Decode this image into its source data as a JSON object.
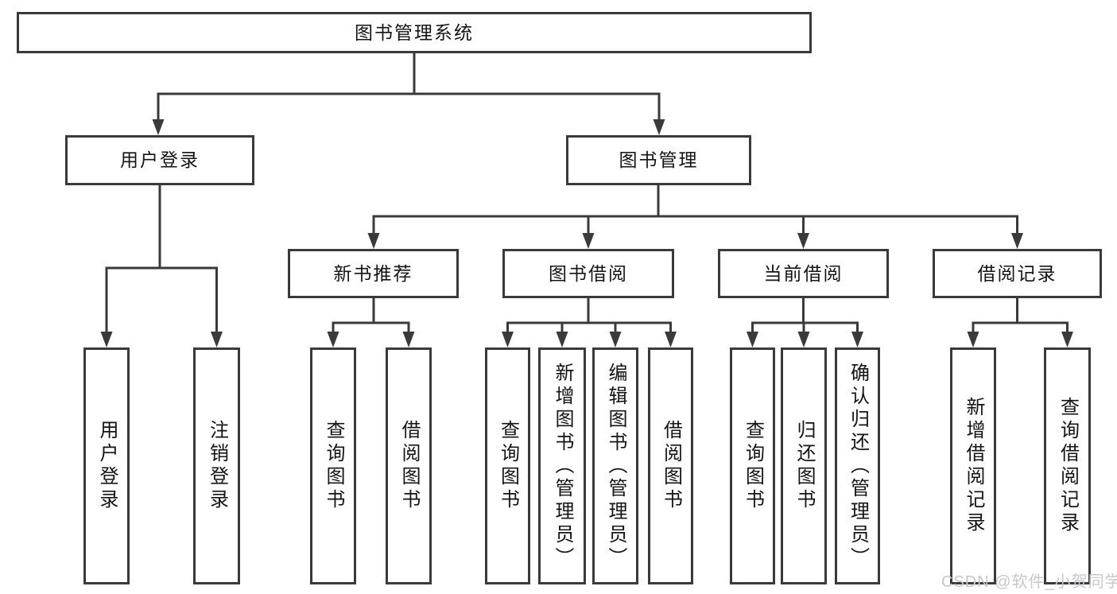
{
  "page": {
    "background": "#ffffff",
    "line_color": "#3a3a3a",
    "text_color": "#141414"
  },
  "watermark": {
    "text": "CSDN @软件_小贺同学",
    "color": "#c7c7cc"
  },
  "tree": {
    "label": "图书管理系统",
    "children": [
      {
        "label": "用户登录",
        "children": [
          {
            "label": "用户登录"
          },
          {
            "label": "注销登录"
          }
        ]
      },
      {
        "label": "图书管理",
        "children": [
          {
            "label": "新书推荐",
            "children": [
              {
                "label": "查询图书"
              },
              {
                "label": "借阅图书"
              }
            ]
          },
          {
            "label": "图书借阅",
            "children": [
              {
                "label": "查询图书"
              },
              {
                "label": "新增图书（管理员）"
              },
              {
                "label": "编辑图书（管理员）"
              },
              {
                "label": "借阅图书"
              }
            ]
          },
          {
            "label": "当前借阅",
            "children": [
              {
                "label": "查询图书"
              },
              {
                "label": "归还图书"
              },
              {
                "label": "确认归还（管理员）"
              }
            ]
          },
          {
            "label": "借阅记录",
            "children": [
              {
                "label": "新增借阅记录"
              },
              {
                "label": "查询借阅记录"
              }
            ]
          }
        ]
      }
    ]
  }
}
